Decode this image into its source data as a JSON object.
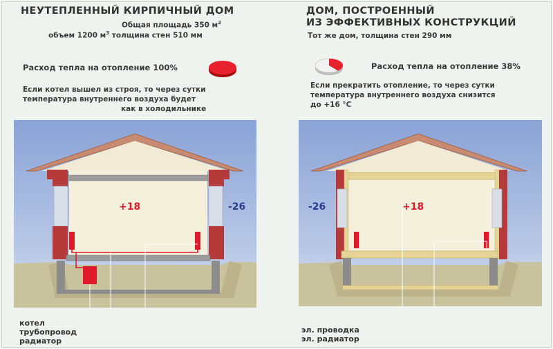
{
  "left": {
    "title": "НЕУТЕПЛЕННЫЙ КИРПИЧНЫЙ ДОМ",
    "area": "Общая площадь 350 м",
    "area_sup": "2",
    "volume_prefix": "объем 1200 м",
    "volume_sup": "3",
    "volume_suffix": " толщина стен 510 мм",
    "heat": "Расход тепла на отопление 100%",
    "note_lines": [
      "Если котел вышел из строя, то через сутки",
      "температура  внутреннего  воздуха будет",
      "как в холодильнике"
    ],
    "temp_inside": "+18",
    "temp_outside": "-26",
    "legend": [
      "котел",
      "трубопровод",
      "радиатор"
    ],
    "heat_percent": 100
  },
  "right": {
    "title_lines": [
      "ДОМ, ПОСТРОЕННЫЙ",
      "ИЗ ЭФФЕКТИВНЫХ КОНСТРУКЦИЙ"
    ],
    "subtitle": "Тот же дом,  толщина стен 290 мм",
    "heat": "Расход тепла на отопление 38%",
    "note_lines": [
      "Если прекратить отопление,  то через сутки",
      "температура внутреннего воздуха снизится",
      "до +16 °С"
    ],
    "temp_inside": "+18",
    "temp_outside": "-26",
    "legend": [
      "эл. проводка",
      "эл. радиатор"
    ],
    "heat_percent": 38
  },
  "colors": {
    "sky": "#8fa6d8",
    "roof": "#c98a72",
    "brick": "#b53a3a",
    "radiator": "#e0192a",
    "temp_inside": "#e0192a",
    "temp_outside": "#2c3a8c",
    "insulation": "#e6d497",
    "ground": "#c9c29a"
  }
}
